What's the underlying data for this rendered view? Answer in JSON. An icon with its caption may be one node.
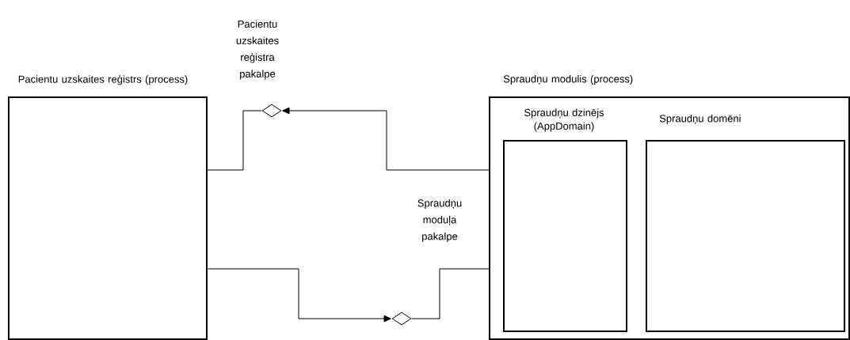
{
  "diagram": {
    "nodes": [
      {
        "text": [
          "Pacientu uzskaites reģistrs (process)"
        ]
      },
      {
        "text": [
          "Spraudņu modulis (process)"
        ]
      },
      {
        "text": [
          "Spraudņu dzinējs (AppDomain)"
        ],
        "in": 1
      },
      {
        "text": [
          "Spraudņu domēni"
        ],
        "in": 1
      },
      {
        "text": [],
        "shape": "diamond"
      },
      {
        "text": [],
        "shape": "diamond"
      }
    ],
    "labels": [
      "Pacientu uzskaites reģistra pakalpe",
      "Spraudņu moduļa pakalpe"
    ],
    "edges": [
      {
        "from": 0,
        "to": 4,
        "arrow": "none"
      },
      {
        "from": 1,
        "to": 4,
        "arrow": "to"
      },
      {
        "from": 0,
        "to": 5,
        "arrow": "to"
      },
      {
        "from": 1,
        "to": 5,
        "arrow": "none"
      }
    ]
  }
}
